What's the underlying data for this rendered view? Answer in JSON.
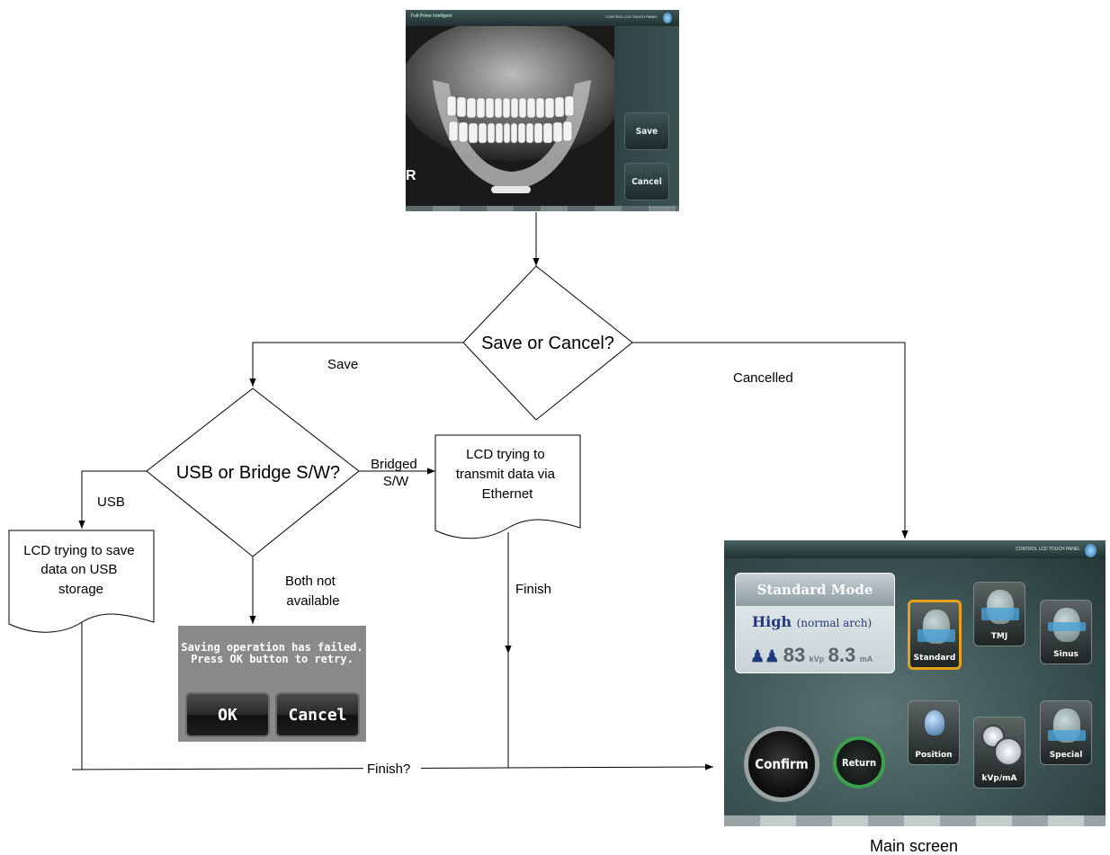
{
  "diagram": {
    "decision_main": "Save or Cancel?",
    "decision_storage": "USB or Bridge S/W?",
    "process_usb": [
      "LCD trying to save",
      "data on USB",
      "storage"
    ],
    "process_ethernet": [
      "LCD trying to",
      "transmit data via",
      "Ethernet"
    ],
    "edges": {
      "save": "Save",
      "cancelled": "Cancelled",
      "usb": "USB",
      "bridged": [
        "Bridged",
        "S/W"
      ],
      "both_not_available": [
        "Both not",
        "available"
      ],
      "finish": "Finish",
      "finish_question": "Finish?"
    },
    "main_screen_caption": "Main screen"
  },
  "xray_screen": {
    "title": "Full-Prime Intelligent",
    "panel_title": "CONTROL LCD TOUCH PANEL",
    "save_label": "Save",
    "cancel_label": "Cancel",
    "corner_mark": "R"
  },
  "error_dialog": {
    "line1": "Saving operation has failed.",
    "line2": "Press OK button to retry.",
    "ok_label": "OK",
    "cancel_label": "Cancel"
  },
  "main_screen": {
    "panel_title": "CONTROL LCD TOUCH PANEL",
    "mode_title": "Standard Mode",
    "high": "High",
    "high_sub": "(normal arch)",
    "kvp_value": "83",
    "kvp_unit": "kVp",
    "ma_value": "8.3",
    "ma_unit": "mA",
    "icons": {
      "standard": "Standard",
      "tmj": "TMJ",
      "sinus": "Sinus",
      "position": "Position",
      "kvp_ma": "kVp/mA",
      "special": "Special"
    },
    "confirm_label": "Confirm",
    "return_label": "Return"
  }
}
